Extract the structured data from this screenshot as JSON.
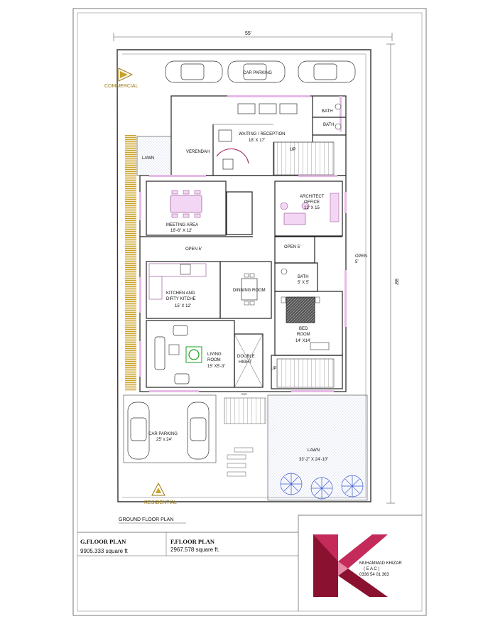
{
  "dimensions": {
    "width_label": "55'",
    "height_label": "99'"
  },
  "north_markers": {
    "commercial": "COMMERCIAL",
    "residential": "RESIDENTIAL"
  },
  "rooms": {
    "car_parking_top": {
      "name": "CAR PARKING"
    },
    "waiting": {
      "name": "WAITING / RECEPTION",
      "size": "18' X 17'"
    },
    "bath1": {
      "name": "BATH"
    },
    "bath2": {
      "name": "BATH"
    },
    "lawn_side": {
      "name": "LAWN"
    },
    "verendah": {
      "name": "VERENDAH"
    },
    "up1": {
      "name": "UP"
    },
    "meeting": {
      "name": "MEETING AREA",
      "size": "16'-6\" X 12'"
    },
    "architect": {
      "name": "ARCHITECT",
      "name2": "OFFICE",
      "size": "12' X 15"
    },
    "open_left": {
      "name": "OPEN 5'"
    },
    "open_mid": {
      "name": "OPEN 5'"
    },
    "open_right": {
      "name": "OPEN",
      "size": "5'"
    },
    "bath3": {
      "name": "BATH",
      "size": "5' X 5'"
    },
    "kitchen": {
      "name": "KITCHEN AND",
      "name2": "DIRTY KITCHE",
      "size": "15' X 12'"
    },
    "dinning": {
      "name": "DINNING ROOM"
    },
    "bed": {
      "name": "BED",
      "name2": "ROOM",
      "size": "14' X14'"
    },
    "living": {
      "name": "LIVING",
      "name2": "ROOM",
      "size": "15' X5'-3\""
    },
    "double": {
      "name": "DOUBLE",
      "name2": "HIGHT"
    },
    "up2": {
      "name": "UP"
    },
    "entry": {
      "name": "ENT"
    },
    "car_parking_bottom": {
      "name": "CAR PARKING",
      "size": "25' x 24'"
    },
    "lawn_bottom": {
      "name": "LAWN",
      "size": "33'-2\" X 24'-10\""
    }
  },
  "plan_title": "GROUND FLOOR PLAN",
  "info": {
    "g_floor_title": "G.FLOOR PLAN",
    "g_floor_area": "9905.333 square ft",
    "f_floor_title": "F.FLOOR PLAN",
    "f_floor_area": "2967.578 square ft."
  },
  "logo": {
    "name": "MUHAMMAD KHIZAR",
    "sub": "( E A C )",
    "phone": "0336 54 01 363",
    "colors": {
      "dark": "#8a1230",
      "mid": "#c42a5a",
      "light": "#e58aa8"
    }
  },
  "colors": {
    "wall_pink": "#e7b9e7",
    "lawn_dot": "#9aa8d4",
    "gold": "#9a7a10",
    "green_plant": "#1aa020"
  }
}
